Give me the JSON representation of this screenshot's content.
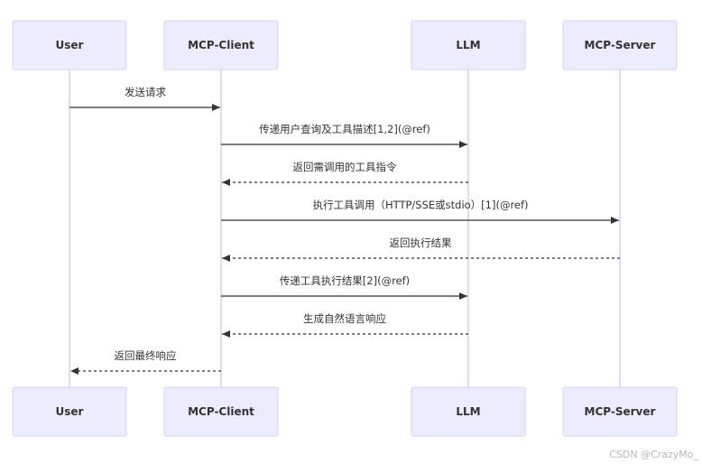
{
  "diagram": {
    "type": "sequence",
    "participants": [
      {
        "id": "user",
        "label": "User"
      },
      {
        "id": "client",
        "label": "MCP-Client"
      },
      {
        "id": "llm",
        "label": "LLM"
      },
      {
        "id": "server",
        "label": "MCP-Server"
      }
    ],
    "messages": [
      {
        "from": "user",
        "to": "client",
        "label": "发送请求",
        "style": "solid"
      },
      {
        "from": "client",
        "to": "llm",
        "label": "传递用户查询及工具描述[1,2](@ref)",
        "style": "solid"
      },
      {
        "from": "llm",
        "to": "client",
        "label": "返回需调用的工具指令",
        "style": "dashed"
      },
      {
        "from": "client",
        "to": "server",
        "label": "执行工具调用（HTTP/SSE或stdio）[1](@ref)",
        "style": "solid"
      },
      {
        "from": "server",
        "to": "client",
        "label": "返回执行结果",
        "style": "dashed"
      },
      {
        "from": "client",
        "to": "llm",
        "label": "传递工具执行结果[2](@ref)",
        "style": "solid"
      },
      {
        "from": "llm",
        "to": "client",
        "label": "生成自然语言响应",
        "style": "dashed"
      },
      {
        "from": "client",
        "to": "user",
        "label": "返回最终响应",
        "style": "dashed"
      }
    ]
  },
  "watermark": "CSDN @CrazyMo_",
  "colors": {
    "actor_fill": "#ECECFF",
    "actor_border": "#D9D2F7",
    "lifeline": "#C9C3EE",
    "text": "#333333",
    "watermark": "#B8B8B8"
  }
}
